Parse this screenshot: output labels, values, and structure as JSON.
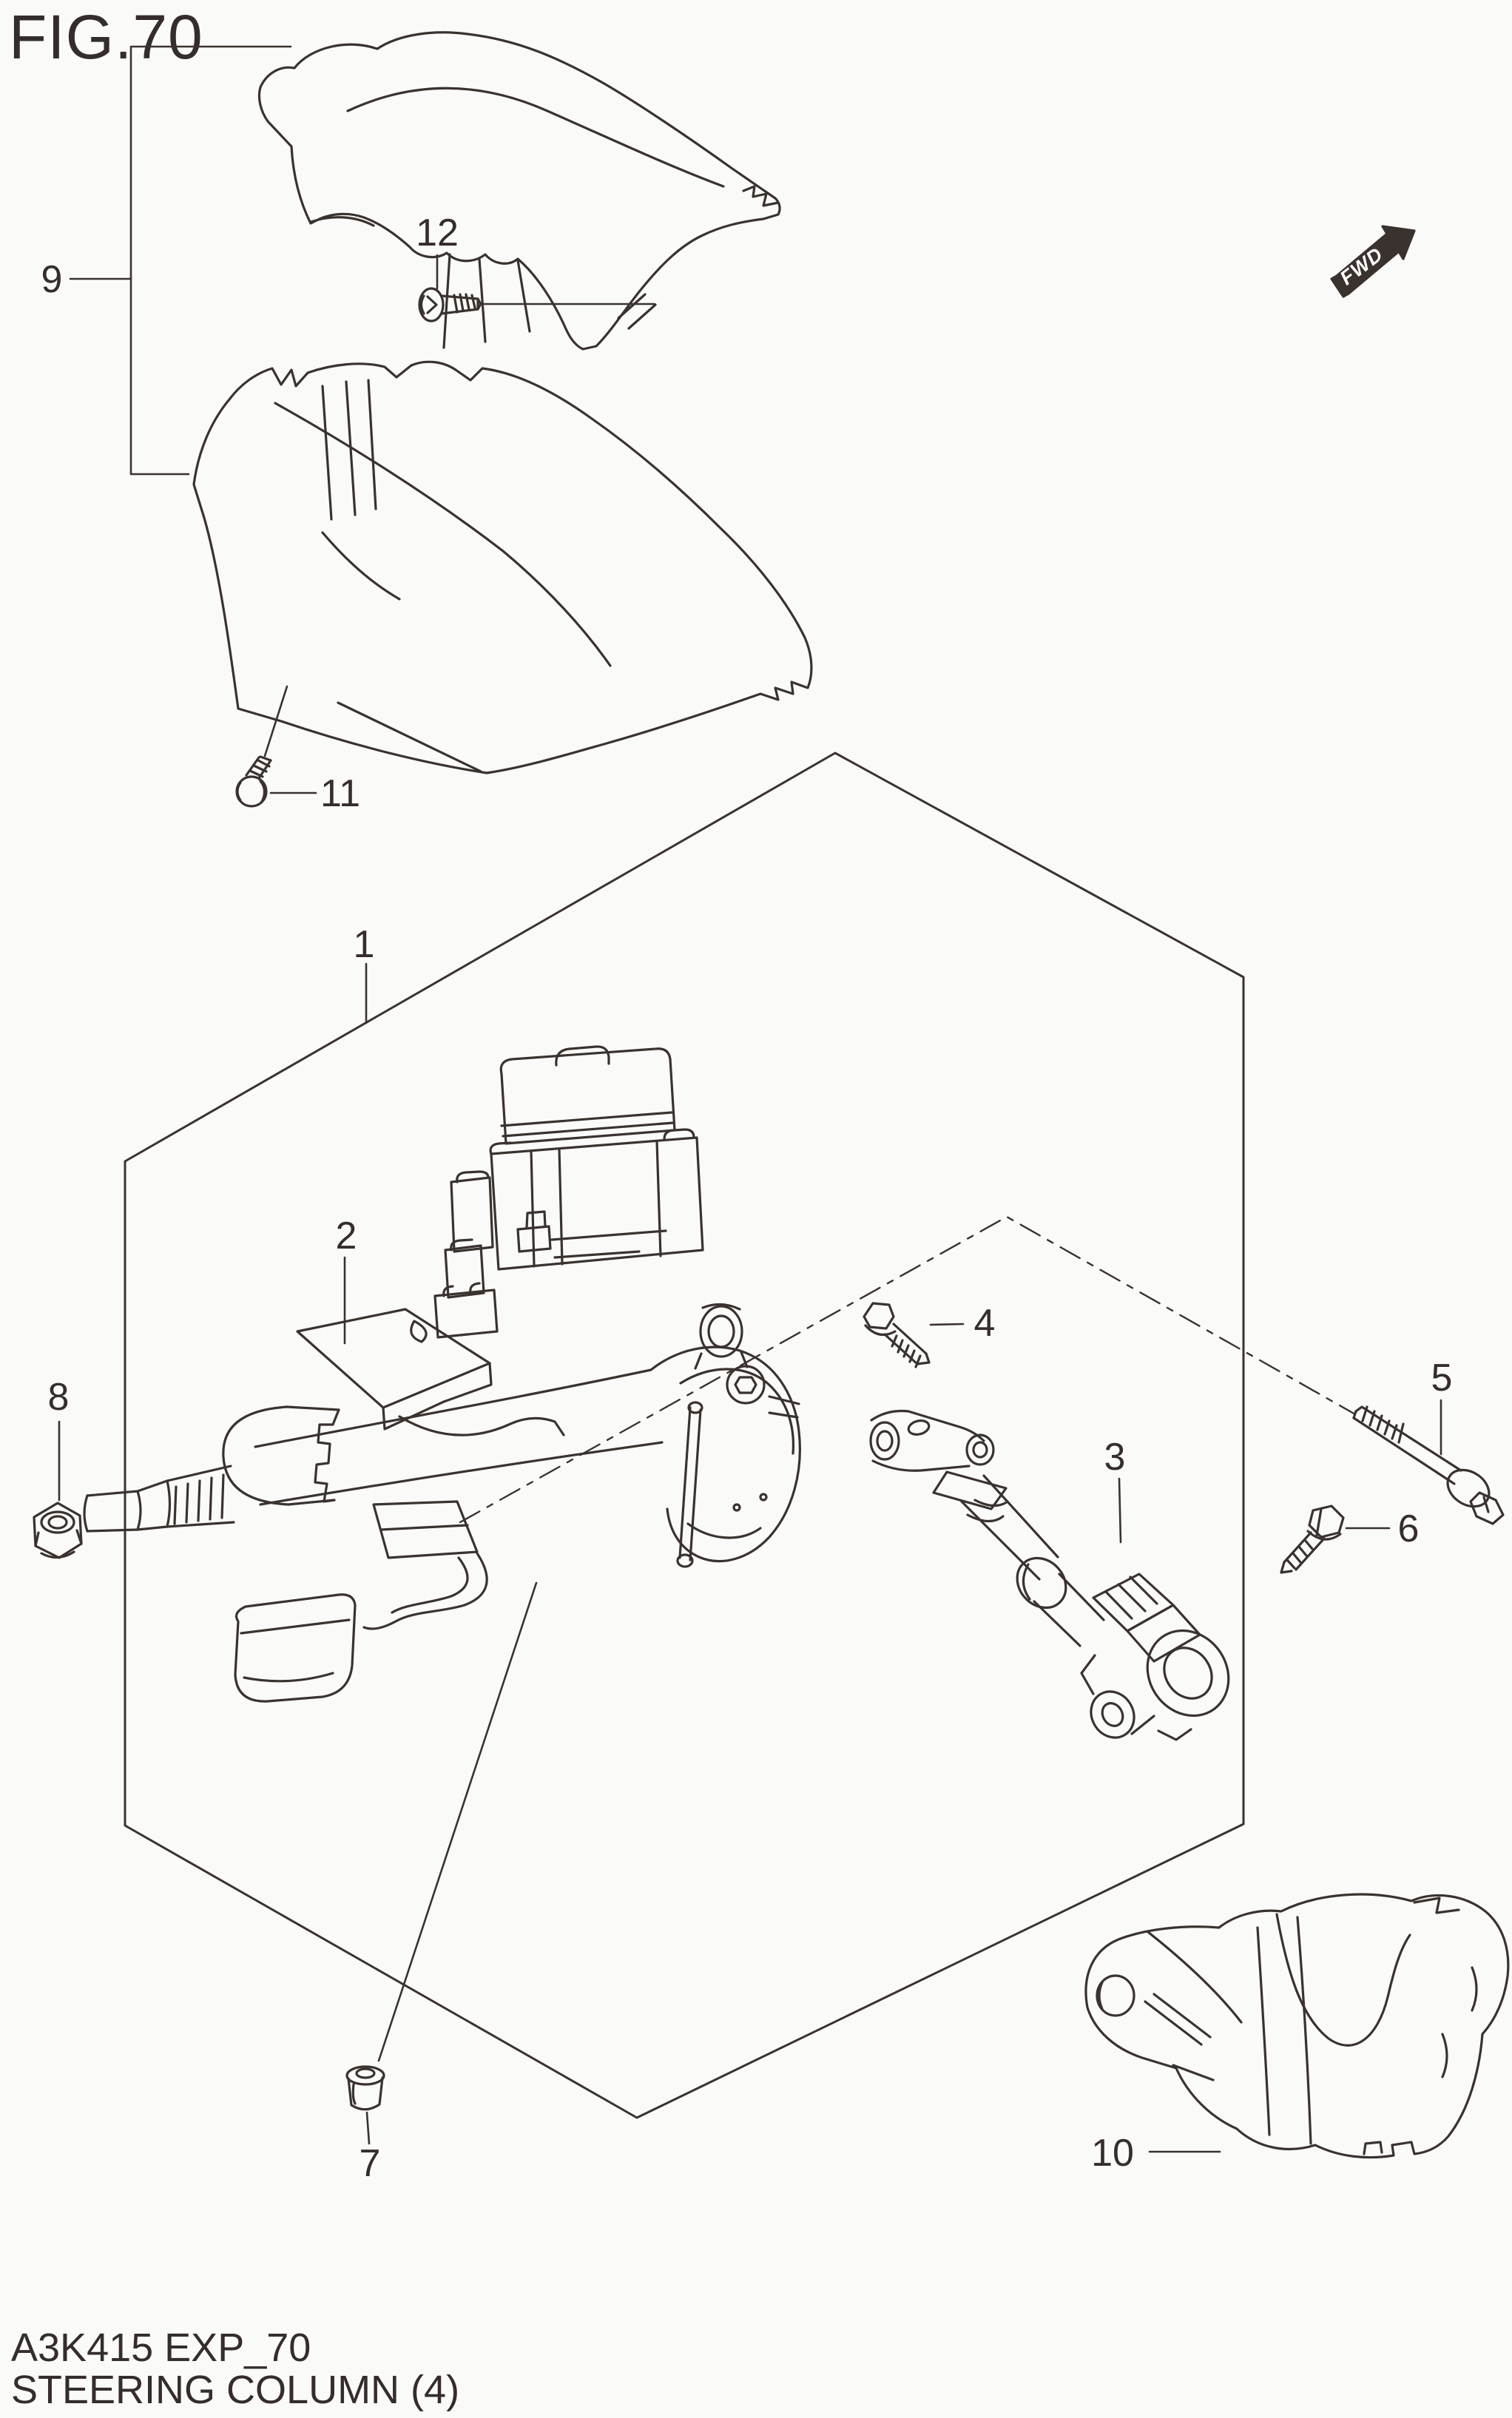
{
  "page": {
    "title": "FIG.70"
  },
  "footer": {
    "code": "A3K415 EXP_70",
    "caption": "STEERING COLUMN (4)"
  },
  "fwd_badge": {
    "label": "FWD"
  },
  "parts": [
    {
      "label": "1"
    },
    {
      "label": "2"
    },
    {
      "label": "3"
    },
    {
      "label": "4"
    },
    {
      "label": "5"
    },
    {
      "label": "6"
    },
    {
      "label": "7"
    },
    {
      "label": "8"
    },
    {
      "label": "9"
    },
    {
      "label": "10"
    },
    {
      "label": "11"
    },
    {
      "label": "12"
    }
  ],
  "colors": {
    "ink": "#3a322e",
    "paper": "#fafaf8",
    "badge_text": "#ffffff"
  }
}
